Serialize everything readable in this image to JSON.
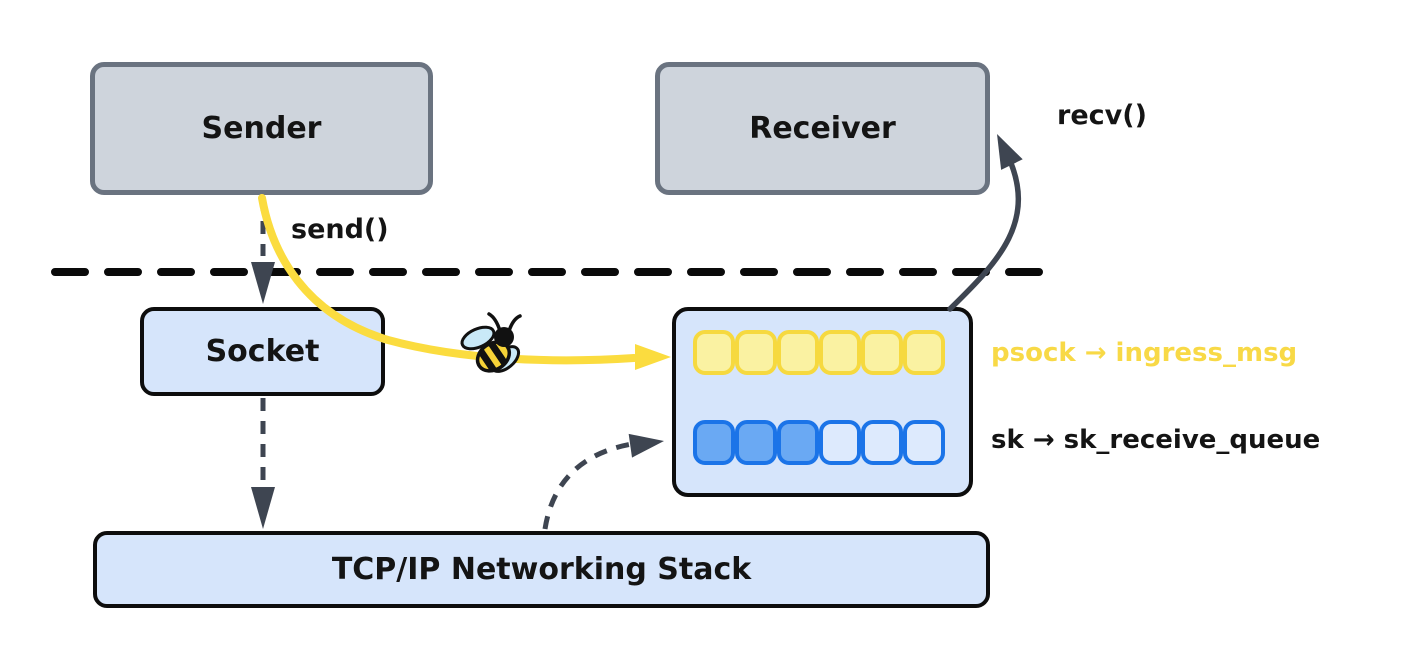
{
  "boxes": {
    "sender": {
      "label": "Sender"
    },
    "receiver": {
      "label": "Receiver"
    },
    "socket": {
      "label": "Socket"
    },
    "stack": {
      "label": "TCP/IP Networking Stack"
    }
  },
  "annotations": {
    "send_call": "send()",
    "recv_call": "recv()",
    "psock_queue_label": "psock → ingress_msg",
    "sk_queue_label": "sk → sk_receive_queue"
  },
  "queues": {
    "ingress_msg": {
      "slots": 6,
      "filled": 6,
      "border_color": "#F6D93F",
      "filled_color": "#FAF2A2",
      "empty_color": "#FAF2A2"
    },
    "sk_receive_queue": {
      "slots": 6,
      "filled": 3,
      "border_color": "#1B74E8",
      "filled_color": "#6AA9F3",
      "empty_color": "#DDEAFD"
    }
  },
  "icons": {
    "bee": "bee-icon"
  },
  "colors": {
    "user_space_box_fill": "#CED4DC",
    "user_space_box_border": "#6A7380",
    "kernel_box_fill": "#D6E5FB",
    "kernel_box_border": "#0D0D0D",
    "yellow_arrow": "#FBDC3F",
    "yellow_label": "#F8D946",
    "dark_arrow": "#3E4551",
    "boundary_line": "#0A0A0A"
  }
}
